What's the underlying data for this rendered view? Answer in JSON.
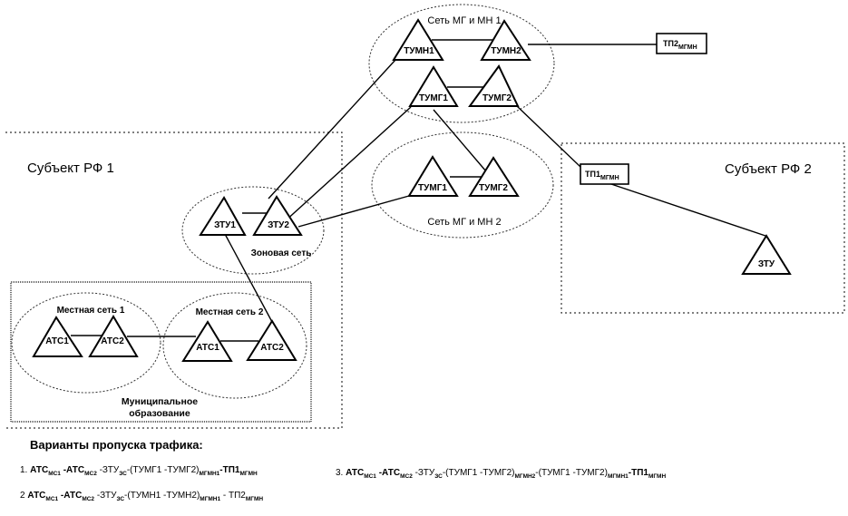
{
  "regions": {
    "subject1": "Субъект РФ 1",
    "subject2": "Субъект РФ 2",
    "municipal_line1": "Муниципальное",
    "municipal_line2": "образование"
  },
  "networks": {
    "mgmn1": "Сеть МГ и МН 1",
    "mgmn2": "Сеть МГ и МН 2",
    "zone": "Зоновая сеть",
    "local1": "Местная сеть 1",
    "local2": "Местная сеть 2"
  },
  "nodes": {
    "mgmn1_tumn1": "ТУМН1",
    "mgmn1_tumn2": "ТУМН2",
    "mgmn1_tumg1": "ТУМГ1",
    "mgmn1_tumg2": "ТУМГ2",
    "mgmn2_tumg1": "ТУМГ1",
    "mgmn2_tumg2": "ТУМГ2",
    "zone_ztu1": "ЗТУ1",
    "zone_ztu2": "ЗТУ2",
    "subject2_ztu": "ЗТУ",
    "local1_ats1": "АТС1",
    "local1_ats2": "АТС2",
    "local2_ats1": "АТС1",
    "local2_ats2": "АТС2"
  },
  "transit_points": {
    "tp2": {
      "main": "ТП2",
      "sub": "МГМН"
    },
    "tp1": {
      "main": "ТП1",
      "sub": "МГМН"
    }
  },
  "variants": {
    "title": "Варианты пропуска трафика:",
    "items": [
      {
        "num": "1.",
        "parts": [
          {
            "t": "АТС",
            "s": "МС1",
            "b": true
          },
          {
            "t": " -АТС",
            "s": "МС2",
            "b": true
          },
          {
            "t": " -ЗТУ",
            "s": "ЗС",
            "b": false
          },
          {
            "t": "-(ТУМГ1 -ТУМГ2)",
            "s": "МГМН1",
            "b": false
          },
          {
            "t": "-ТП1",
            "s": "МГМН",
            "b": true
          }
        ]
      },
      {
        "num": "2",
        "parts": [
          {
            "t": "АТС",
            "s": "МС1",
            "b": true
          },
          {
            "t": " -АТС",
            "s": "МС2",
            "b": true
          },
          {
            "t": " -ЗТУ",
            "s": "ЗС",
            "b": false
          },
          {
            "t": "-(ТУМН1 -ТУМН2)",
            "s": "МГМН1",
            "b": false
          },
          {
            "t": " - ТП2",
            "s": "МГМН",
            "b": false
          }
        ]
      },
      {
        "num": "3.",
        "parts": [
          {
            "t": "АТС",
            "s": "МС1",
            "b": true
          },
          {
            "t": " -АТС",
            "s": "МС2",
            "b": true
          },
          {
            "t": " -ЗТУ",
            "s": "ЗС",
            "b": false
          },
          {
            "t": "-(ТУМГ1 -ТУМГ2)",
            "s": "МГМН2",
            "b": false
          },
          {
            "t": "-(ТУМГ1 -ТУМГ2)",
            "s": "МГМН1",
            "b": false
          },
          {
            "t": "-ТП1",
            "s": "МГМН",
            "b": true
          }
        ]
      }
    ]
  }
}
